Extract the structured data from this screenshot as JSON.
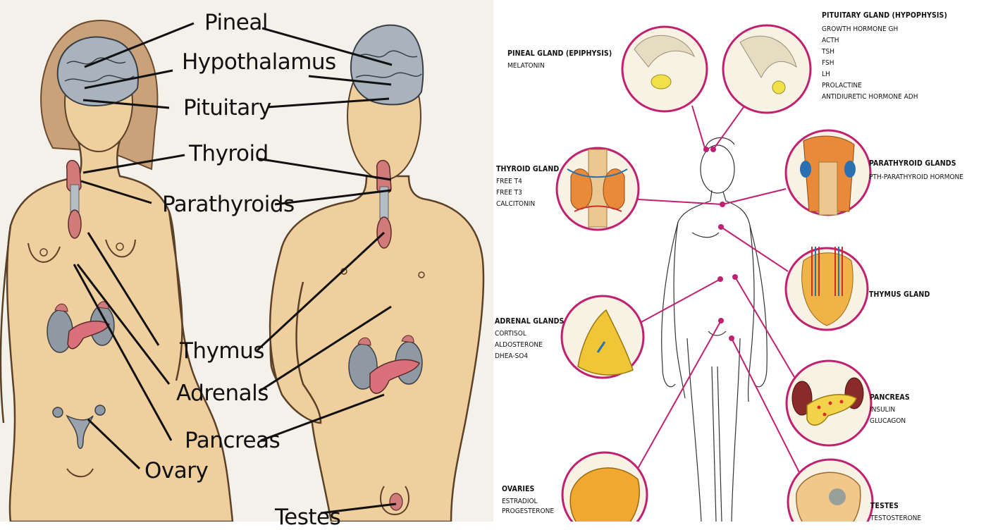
{
  "left_diagram": {
    "labels": {
      "pineal": "Pineal",
      "hypothalamus": "Hypothalamus",
      "pituitary": "Pituitary",
      "thyroid": "Thyroid",
      "parathyroids": "Parathyroids",
      "thymus": "Thymus",
      "adrenals": "Adrenals",
      "pancreas": "Pancreas",
      "ovary": "Ovary",
      "testes": "Testes"
    }
  },
  "right_diagram": {
    "glands": {
      "pineal": {
        "title": "PINEAL GLAND (EPIPHYSIS)",
        "hormones": [
          "MELATONIN"
        ]
      },
      "pituitary": {
        "title": "PITUITARY GLAND (HYPOPHYSIS)",
        "hormones": [
          "GROWTH HORMONE GH",
          "ACTH",
          "TSH",
          "FSH",
          "LH",
          "PROLACTINE",
          "ANTIDIURETIC HORMONE ADH"
        ]
      },
      "thyroid": {
        "title": "THYROID GLAND",
        "hormones": [
          "FREE T4",
          "FREE T3",
          "CALCITONIN"
        ]
      },
      "parathyroid": {
        "title": "PARATHYROID GLANDS",
        "hormones": [
          "PTH-PARATHYROID HORMONE"
        ]
      },
      "thymus": {
        "title": "THYMUS GLAND",
        "hormones": []
      },
      "adrenal": {
        "title": "ADRENAL GLANDS",
        "hormones": [
          "CORTISOL",
          "ALDOSTERONE",
          "DHEA-SO4"
        ]
      },
      "pancreas": {
        "title": "PANCREAS",
        "hormones": [
          "INSULIN",
          "GLUCAGON"
        ]
      },
      "ovaries": {
        "title": "OVARIES",
        "hormones": [
          "ESTRADIOL",
          "PROGESTERONE"
        ]
      },
      "testes": {
        "title": "TESTES",
        "hormones": [
          "TESTOSTERONE"
        ]
      }
    }
  },
  "colors": {
    "skin": "#efcf9e",
    "skin_shadow": "#d9b07a",
    "brain": "#a9b3bd",
    "organ_pink": "#d17a7a",
    "kidney_gray": "#8f99a3",
    "leader_line": "#111111",
    "callout_magenta": "#c0206f",
    "circle_fill": "#f7f2e4"
  }
}
